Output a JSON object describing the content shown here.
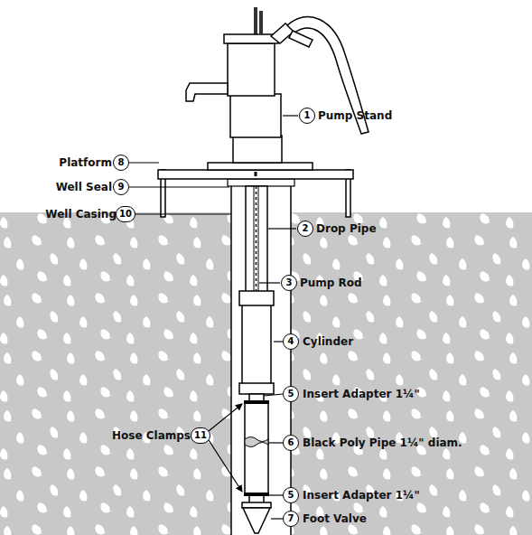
{
  "diagram": {
    "nodes": [
      {
        "text": [
          "1"
        ]
      },
      {
        "text": [
          "8"
        ]
      },
      {
        "text": [
          "9"
        ]
      },
      {
        "text": [
          "10"
        ]
      },
      {
        "text": [
          "2"
        ]
      },
      {
        "text": [
          "3"
        ]
      },
      {
        "text": [
          "4"
        ]
      },
      {
        "text": [
          "5"
        ]
      },
      {
        "text": [
          "11"
        ]
      },
      {
        "text": [
          "6"
        ]
      },
      {
        "text": [
          "5"
        ]
      },
      {
        "text": [
          "7"
        ]
      }
    ],
    "labels": [
      "Pump Stand",
      "Platform",
      "Well Seal",
      "Well Casing",
      "Drop Pipe",
      "Pump Rod",
      "Cylinder",
      "Insert Adapter 1¼\"",
      "Hose Clamps",
      "Black Poly Pipe 1¼\" diam.",
      "Insert Adapter 1¼\"",
      "Foot Valve"
    ]
  }
}
